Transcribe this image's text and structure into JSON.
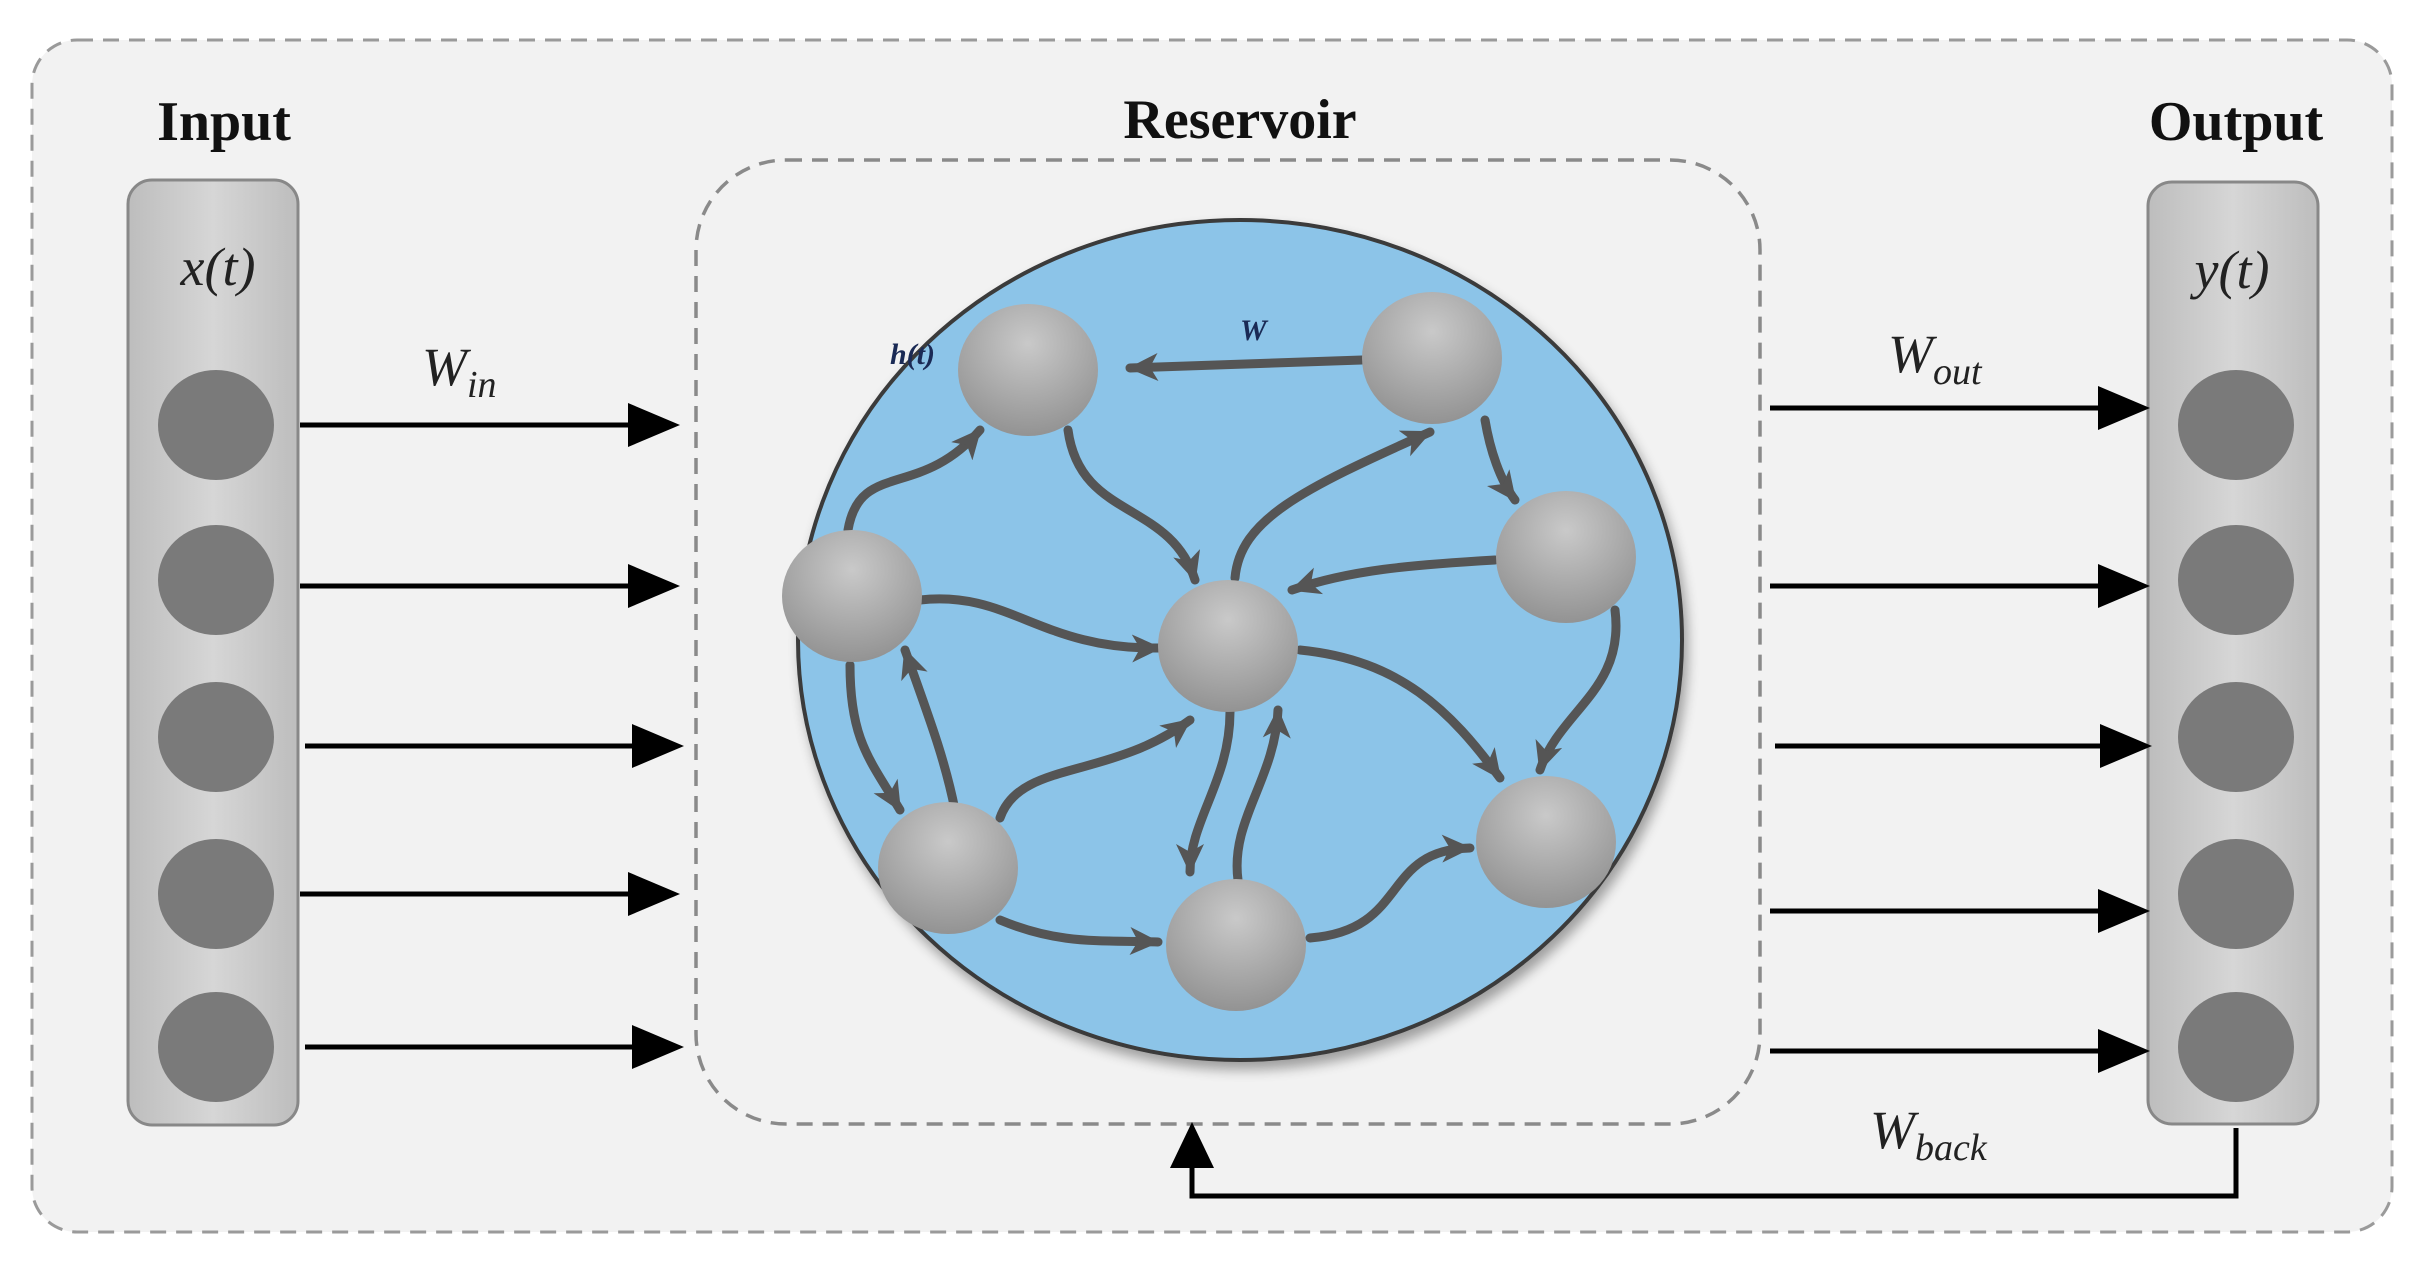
{
  "diagram": {
    "sections": {
      "input": "Input",
      "reservoir": "Reservoir",
      "output": "Output"
    },
    "input_vector": {
      "symbol": "x(t)",
      "nodes": 5
    },
    "output_vector": {
      "symbol": "y(t)",
      "nodes": 5
    },
    "reservoir": {
      "state_label": "h(t)",
      "weight_label": "W",
      "nodes": 8
    },
    "weights": {
      "input": {
        "base": "W",
        "sub": "in"
      },
      "output": {
        "base": "W",
        "sub": "out"
      },
      "feedback": {
        "base": "W",
        "sub": "back"
      }
    },
    "colors": {
      "background": "#f2f2f2",
      "reservoir_fill": "#8cc4e8",
      "node": "#7a7a7a",
      "reservoir_node": "#a8a8a8",
      "arrow": "#555555"
    }
  }
}
